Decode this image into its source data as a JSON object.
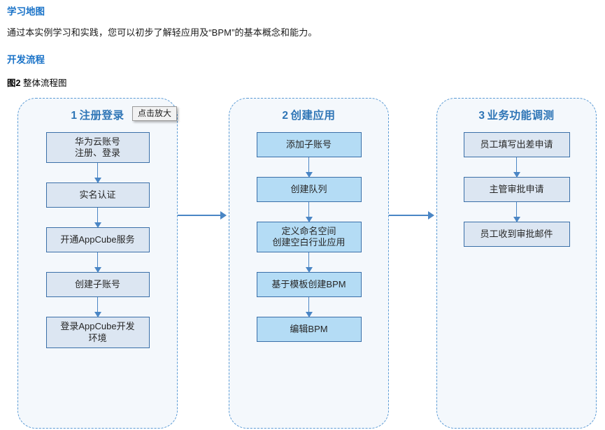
{
  "document": {
    "heading_learning_map": "学习地图",
    "intro_paragraph": "通过本实例学习和实践，您可以初步了解轻应用及“BPM”的基本概念和能力。",
    "heading_dev_flow": "开发流程",
    "figure_caption_number": "图2",
    "figure_caption_text": "整体流程图"
  },
  "tooltip": {
    "label": "点击放大"
  },
  "colors": {
    "heading_blue": "#1a73c8",
    "panel_title_blue": "#2e75b6",
    "panel_background": "#f4f8fc",
    "panel_border": "#5b9bd5",
    "node_border": "#3a6fa8",
    "node_fill_light": "#dce6f2",
    "node_fill_bright": "#b4dcf5",
    "arrow": "#4a86c5"
  },
  "flow": {
    "panels": [
      {
        "step_number": "1",
        "title": "注册登录",
        "nodes": [
          {
            "line1": "华为云账号",
            "line2": "注册、登录"
          },
          {
            "line1": "实名认证"
          },
          {
            "line1": "开通AppCube服务"
          },
          {
            "line1": "创建子账号"
          },
          {
            "line1": "登录AppCube开发",
            "line2": "环境"
          }
        ]
      },
      {
        "step_number": "2",
        "title": "创建应用",
        "nodes": [
          {
            "line1": "添加子账号"
          },
          {
            "line1": "创建队列"
          },
          {
            "line1": "定义命名空间",
            "line2": "创建空白行业应用"
          },
          {
            "line1": "基于模板创建BPM"
          },
          {
            "line1": "编辑BPM"
          }
        ]
      },
      {
        "step_number": "3",
        "title": "业务功能调测",
        "nodes": [
          {
            "line1": "员工填写出差申请"
          },
          {
            "line1": "主管审批申请"
          },
          {
            "line1": "员工收到审批邮件"
          }
        ]
      }
    ]
  }
}
